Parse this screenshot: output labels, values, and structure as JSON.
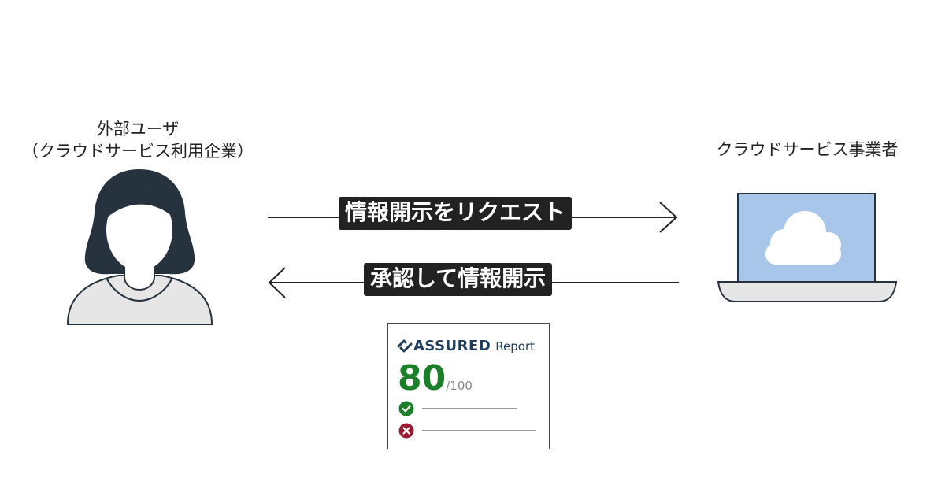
{
  "user": {
    "title_line1": "外部ユーザ",
    "title_line2": "（クラウドサービス利用企業）",
    "icon": "person-icon"
  },
  "provider": {
    "title": "クラウドサービス事業者",
    "icon": "laptop-cloud-icon"
  },
  "flows": {
    "request_label": "情報開示をリクエスト",
    "response_label": "承認して情報開示"
  },
  "report": {
    "brand": "ASSURED",
    "word": "Report",
    "score": "80",
    "max": "/100",
    "items": [
      {
        "status": "pass",
        "icon": "check-circle-icon"
      },
      {
        "status": "fail",
        "icon": "cross-circle-icon"
      }
    ]
  },
  "colors": {
    "person": "#27323f",
    "screen": "#a7c6ea",
    "score_green": "#1b7f2a",
    "fail_red": "#9b1b30",
    "brand_navy": "#1f3d5a"
  }
}
